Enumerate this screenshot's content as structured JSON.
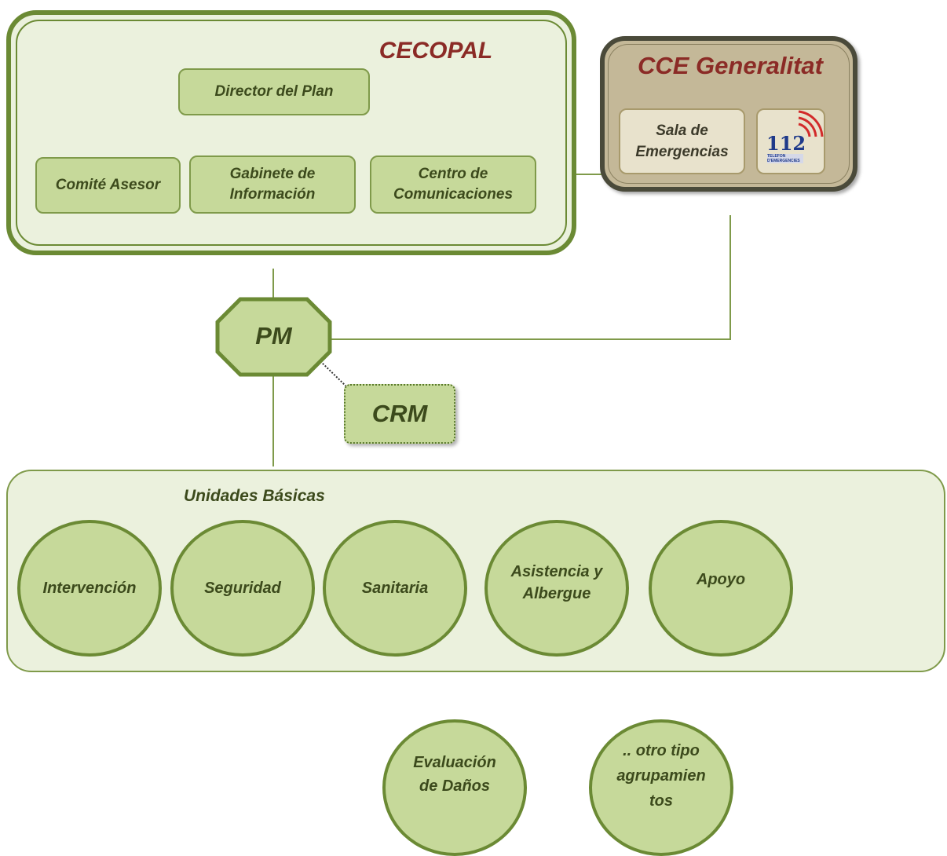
{
  "cecopal": {
    "title": "CECOPAL",
    "director": "Director del Plan",
    "comite": "Comité Asesor",
    "gabinete": "Gabinete de Información",
    "centro": "Centro de Comunicaciones"
  },
  "cce": {
    "title": "CCE Generalitat",
    "sala": "Sala de Emergencias",
    "logo_number": "112",
    "logo_caption": "TELEFON D'EMERGENCIES"
  },
  "pm": {
    "label": "PM"
  },
  "crm": {
    "label": "CRM"
  },
  "unidades": {
    "title": "Unidades Básicas",
    "items": [
      "Intervención",
      "Seguridad",
      "Sanitaria",
      "Asistencia y Albergue",
      "Apoyo"
    ]
  },
  "extra": {
    "items": [
      "Evaluación de Daños",
      ".. otro tipo agrupamien tos"
    ]
  },
  "colors": {
    "green_fill": "#c6d99a",
    "green_border": "#7f9a4a",
    "dark_green": "#6b8a34",
    "panel_bg": "#ebf1dd",
    "cce_bg": "#c4b898",
    "title_red": "#8b2b26"
  }
}
